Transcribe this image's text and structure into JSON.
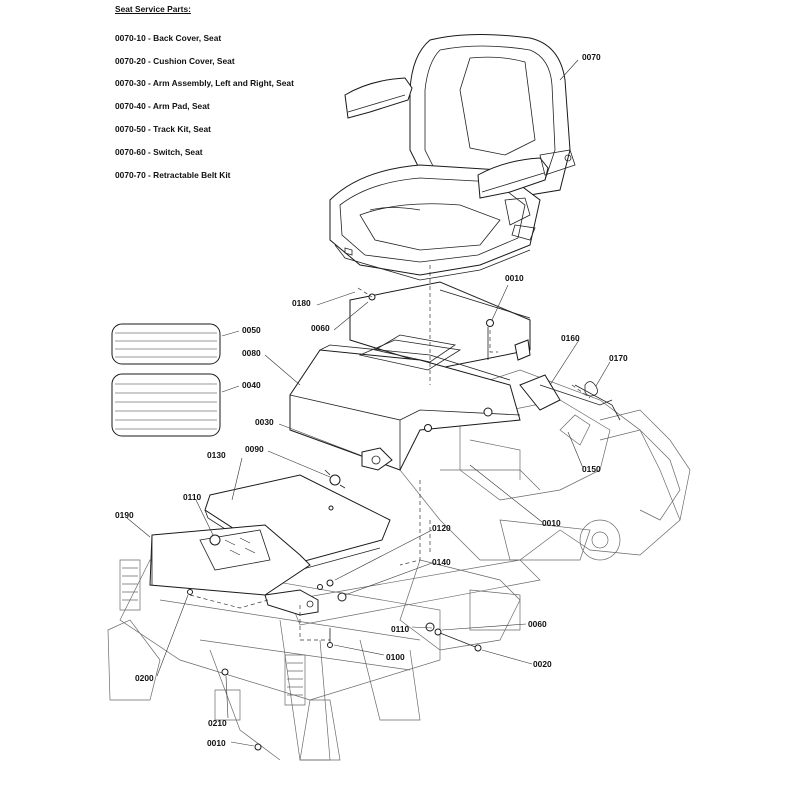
{
  "legend": {
    "title": "Seat Service Parts:",
    "items": [
      "0070-10 - Back Cover, Seat",
      "0070-20 - Cushion Cover, Seat",
      "0070-30 - Arm Assembly, Left and Right, Seat",
      "0070-40 - Arm Pad, Seat",
      "0070-50 - Track Kit, Seat",
      "0070-60 - Switch, Seat",
      "0070-70 - Retractable Belt Kit"
    ]
  },
  "callouts": {
    "seat": "0070",
    "screw_top": "0010",
    "bolt_0180": "0180",
    "washer_0060_top": "0060",
    "decal_0050": "0050",
    "pan_0080": "0080",
    "decal_0040": "0040",
    "part_0160": "0160",
    "spring_0170": "0170",
    "knob_0030": "0030",
    "latch_0090": "0090",
    "plate_0130": "0130",
    "part_0150": "0150",
    "screw_0010_mid": "0010",
    "grommet_0110_left": "0110",
    "bracket_0190": "0190",
    "part_0120": "0120",
    "washer_0140": "0140",
    "washer_0060_right": "0060",
    "nut_0110_right": "0110",
    "screw_0100": "0100",
    "bolt_0020": "0020",
    "bolt_0200": "0200",
    "bolt_0210": "0210",
    "screw_0010_bottom": "0010"
  }
}
